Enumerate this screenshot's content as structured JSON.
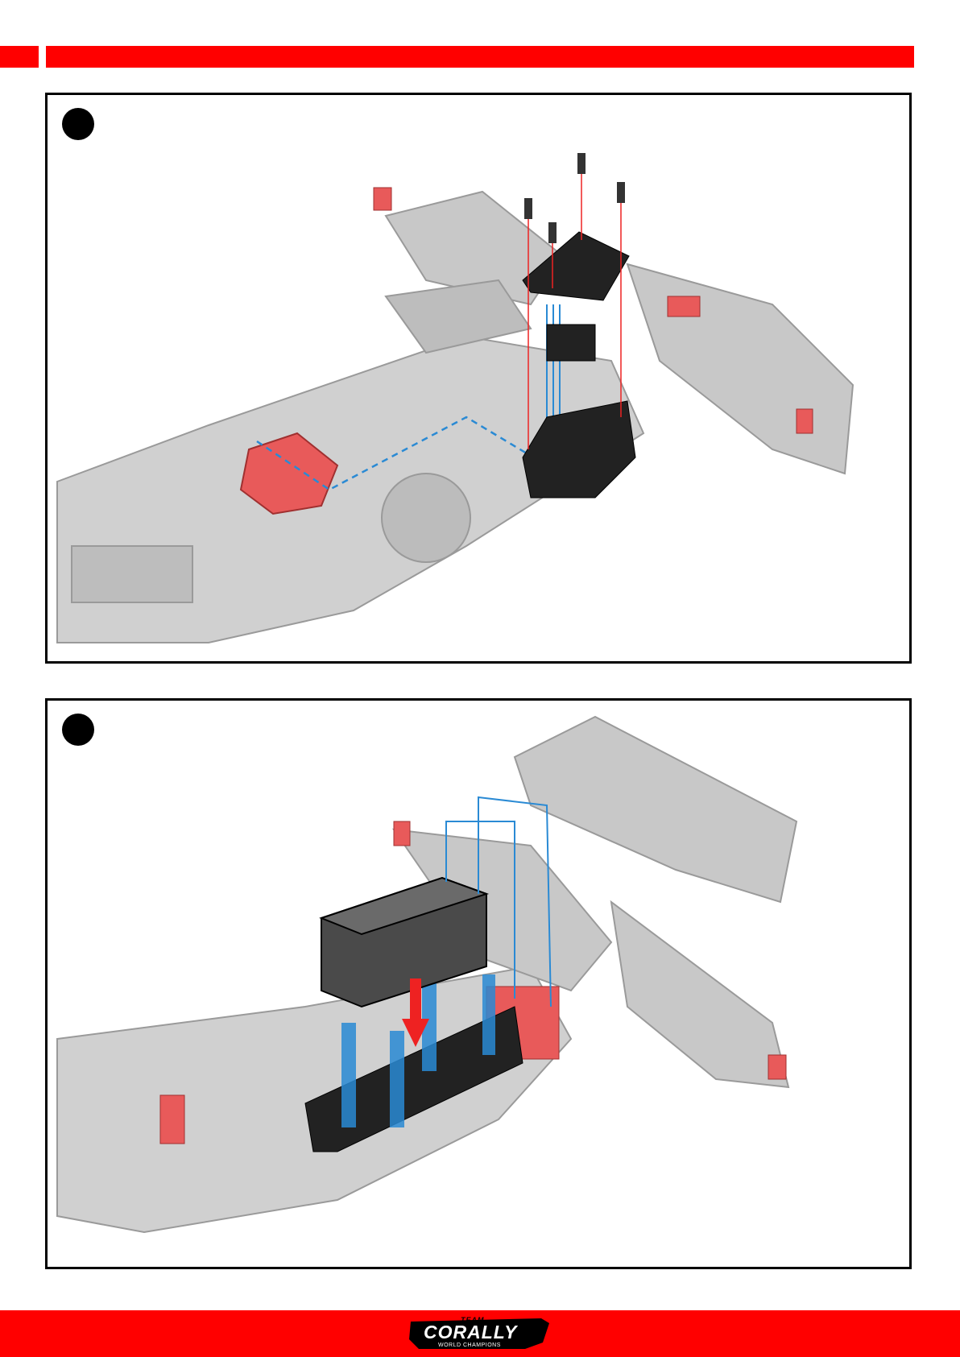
{
  "brand": {
    "team_label": "TEAM",
    "name": "CORALLY",
    "tagline": "WORLD CHAMPIONS",
    "accent_color": "#ff0000"
  },
  "steps": [
    {
      "marker": "step-dot",
      "illustration": "receiver box installation with four screws"
    },
    {
      "marker": "step-dot",
      "illustration": "battery placed into battery tray"
    }
  ]
}
